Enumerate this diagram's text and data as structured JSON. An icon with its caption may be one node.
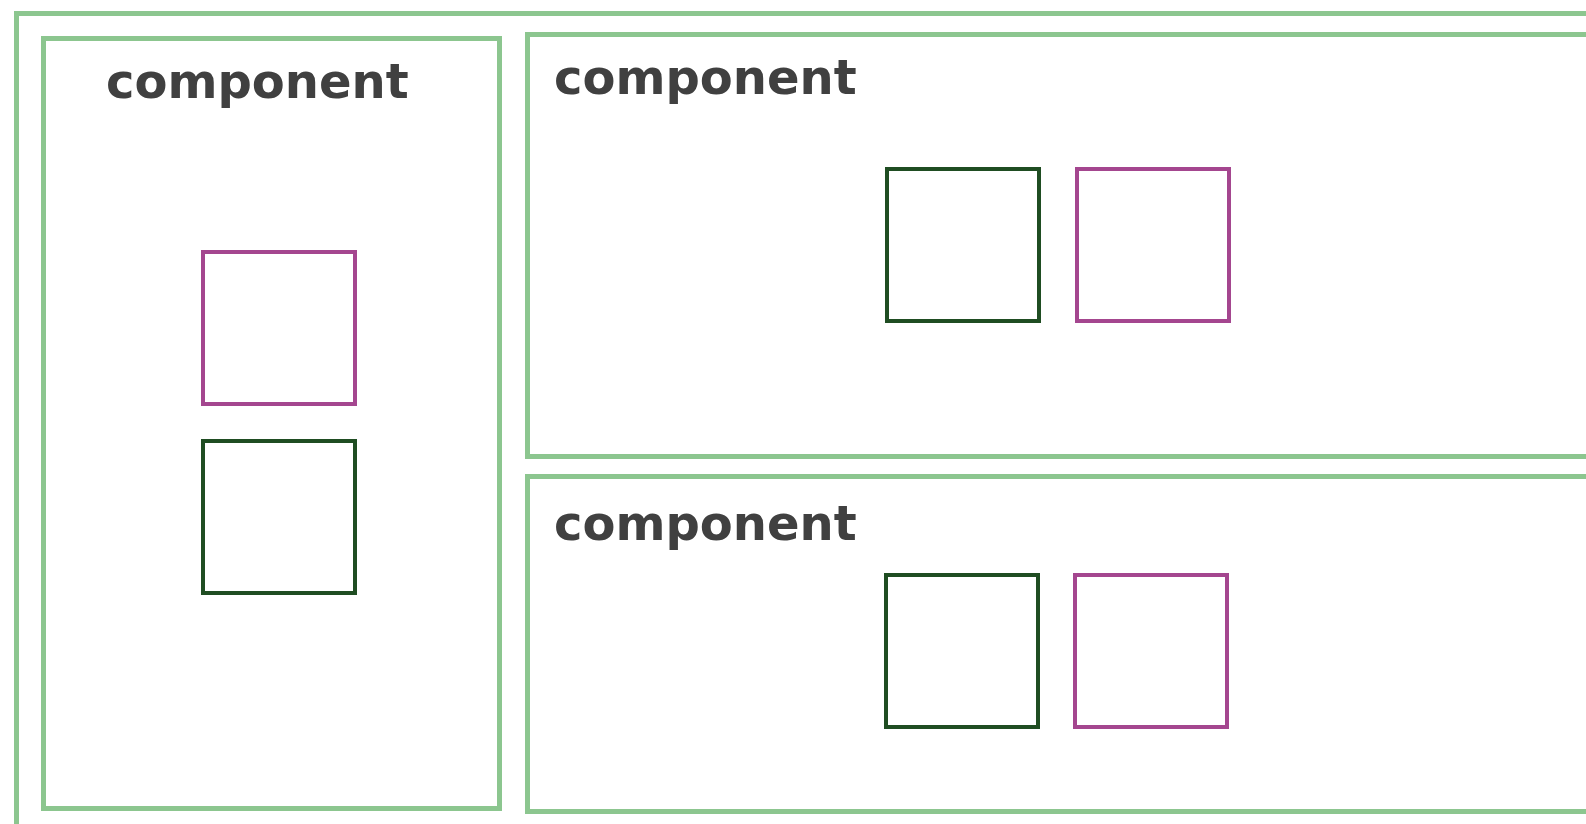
{
  "diagram": {
    "nodes": [
      {
        "text": [],
        "shape": "box"
      },
      {
        "text": [
          "component"
        ],
        "in": 0
      },
      {
        "text": [],
        "shape": "box",
        "in": 1
      },
      {
        "text": [],
        "shape": "box",
        "in": 1
      },
      {
        "text": [
          "component"
        ],
        "in": 0
      },
      {
        "text": [],
        "shape": "box",
        "in": 4
      },
      {
        "text": [],
        "shape": "box",
        "in": 4
      },
      {
        "text": [
          "component"
        ],
        "in": 0
      },
      {
        "text": [],
        "shape": "box",
        "in": 7
      },
      {
        "text": [],
        "shape": "box",
        "in": 7
      }
    ]
  }
}
